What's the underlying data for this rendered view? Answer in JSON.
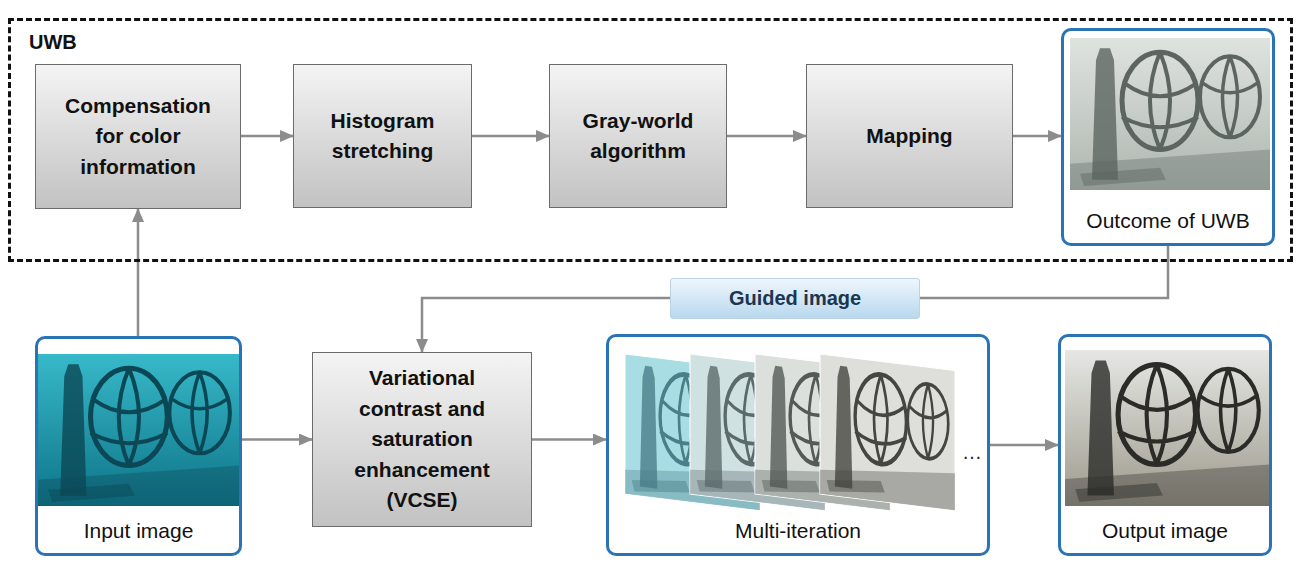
{
  "diagram": {
    "nodes": [
      {
        "text": [
          "UWB"
        ]
      },
      {
        "text": [
          "Compensation for color information"
        ],
        "in": 0
      },
      {
        "text": [
          "Histogram stretching"
        ],
        "in": 0
      },
      {
        "text": [
          "Gray-world algorithm"
        ],
        "in": 0
      },
      {
        "text": [
          "Mapping"
        ],
        "in": 0
      },
      {
        "text": [
          "Outcome of UWB"
        ],
        "in": 0
      },
      {
        "text": [
          "Input image"
        ]
      },
      {
        "text": [
          "Variational contrast and saturation enhancement (VCSE)"
        ]
      },
      {
        "text": [
          "Multi-iteration"
        ]
      },
      {
        "text": [
          "Output image"
        ]
      }
    ],
    "edges": [
      {
        "from": 6,
        "to": 1,
        "arrow": "to"
      },
      {
        "from": 1,
        "to": 2,
        "arrow": "to"
      },
      {
        "from": 2,
        "to": 3,
        "arrow": "to"
      },
      {
        "from": 3,
        "to": 4,
        "arrow": "to"
      },
      {
        "from": 4,
        "to": 5,
        "arrow": "to"
      },
      {
        "from": 5,
        "to": 7,
        "label": "Guided image",
        "arrow": "to"
      },
      {
        "from": 6,
        "to": 7,
        "arrow": "to"
      },
      {
        "from": 7,
        "to": 8,
        "arrow": "to"
      },
      {
        "from": 8,
        "to": 9,
        "arrow": "to"
      }
    ],
    "labels": [
      "…"
    ]
  }
}
